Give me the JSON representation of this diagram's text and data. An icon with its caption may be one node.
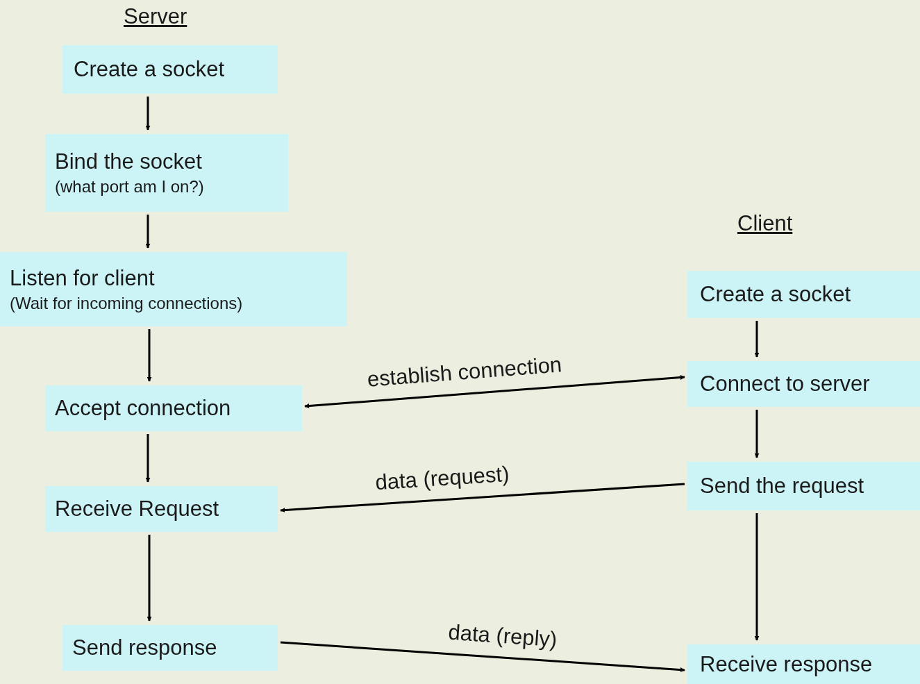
{
  "diagram": {
    "nodes": [
      {
        "text": [
          "Create a socket"
        ]
      },
      {
        "text": [
          "Bind the socket",
          "(what port am I on?)"
        ]
      },
      {
        "text": [
          "Listen for client",
          "(Wait for incoming connections)"
        ]
      },
      {
        "text": [
          "Accept connection"
        ]
      },
      {
        "text": [
          "Receive Request"
        ]
      },
      {
        "text": [
          "Send response"
        ]
      },
      {
        "text": [
          "Create a socket"
        ]
      },
      {
        "text": [
          "Connect to server"
        ]
      },
      {
        "text": [
          "Send the request"
        ]
      },
      {
        "text": [
          "Receive response"
        ]
      }
    ],
    "edges": [
      {
        "from": 0,
        "to": 1,
        "arrow": "to"
      },
      {
        "from": 1,
        "to": 2,
        "arrow": "to"
      },
      {
        "from": 2,
        "to": 3,
        "arrow": "to"
      },
      {
        "from": 3,
        "to": 4,
        "arrow": "to"
      },
      {
        "from": 4,
        "to": 5,
        "arrow": "to"
      },
      {
        "from": 6,
        "to": 7,
        "arrow": "to"
      },
      {
        "from": 7,
        "to": 8,
        "arrow": "to"
      },
      {
        "from": 8,
        "to": 9,
        "arrow": "to"
      },
      {
        "from": 3,
        "to": 7,
        "arrow": "both",
        "label": "establish connection"
      },
      {
        "from": 8,
        "to": 4,
        "arrow": "to",
        "label": "data (request)"
      },
      {
        "from": 5,
        "to": 9,
        "arrow": "to",
        "label": "data (reply)"
      }
    ],
    "labels": [
      "Server",
      "Client"
    ]
  }
}
